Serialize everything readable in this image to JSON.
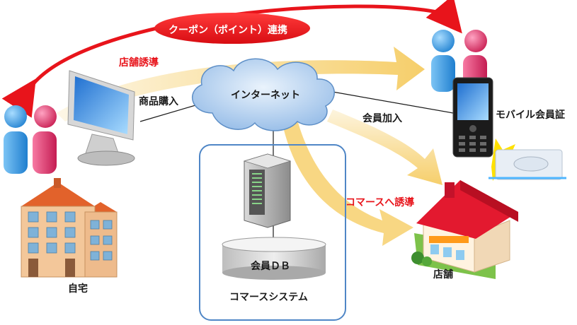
{
  "labels": {
    "coupon_link": "クーポン（ポイント）連携",
    "store_guidance": "店舗誘導",
    "product_purchase": "商品購入",
    "internet": "インターネット",
    "member_join": "会員加入",
    "mobile_member_card": "モバイル会員証",
    "commerce_guidance": "コマースへ誘導",
    "home": "自宅",
    "member_db": "会員ＤＢ",
    "commerce_system": "コマースシステム",
    "store": "店舗"
  },
  "colors": {
    "accent_red": "#e8141b",
    "cloud_blue": "#9ec4ec",
    "arrow_yellow": "#f5c95a",
    "system_frame_blue": "#4f86c6",
    "person_blue": "#3a9be0",
    "person_pink": "#e0336a"
  },
  "icons": [
    "person-blue-icon",
    "person-pink-icon",
    "monitor-icon",
    "mobile-phone-icon",
    "reader-device-icon",
    "server-icon",
    "database-icon",
    "apartment-building-icon",
    "store-house-icon",
    "cloud-icon"
  ]
}
